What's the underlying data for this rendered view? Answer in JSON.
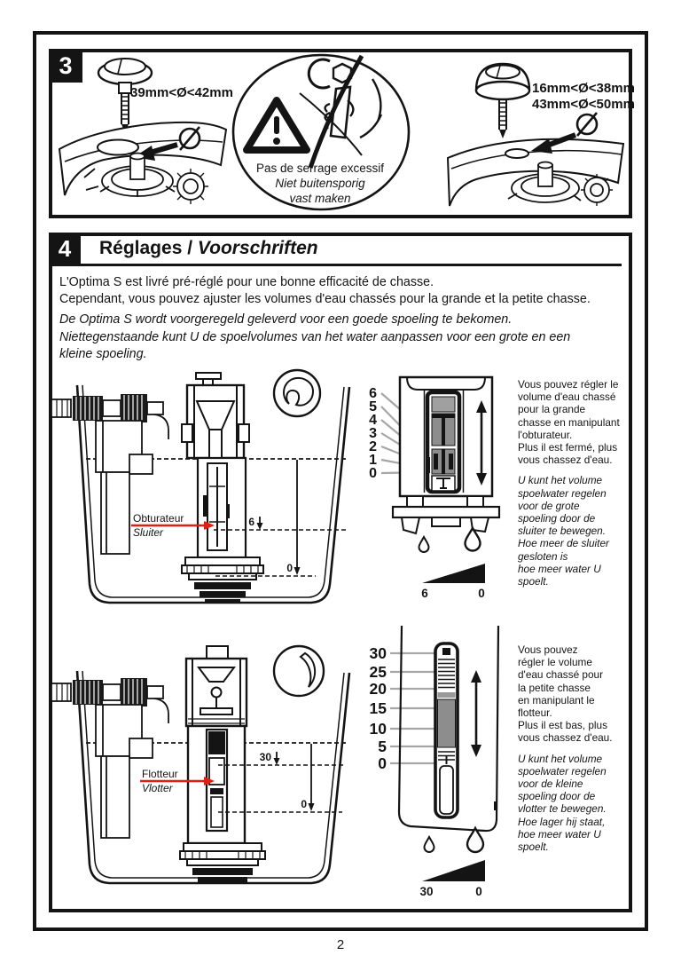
{
  "page": {
    "number": "2"
  },
  "colors": {
    "accent_red": "#dd1f14",
    "gray_fill": "#8d8d8d",
    "gray_light": "#a0a0a0",
    "leader_gray": "#a6a6a6",
    "ink": "#141414"
  },
  "section3": {
    "badge": "3",
    "left_button_dim": "39mm<Ø<42mm",
    "right_button_dim_1": "16mm<Ø<38mm",
    "right_button_dim_2": "43mm<Ø<50mm",
    "diameter_symbol": "Ø",
    "warning_fr": "Pas de serrage excessif",
    "warning_nl_line1": "Niet buitensporig",
    "warning_nl_line2": "vast maken"
  },
  "section4": {
    "badge": "4",
    "title_fr": "Réglages / ",
    "title_nl": "Voorschriften",
    "intro_fr_line1": "L'Optima S est livré pré-réglé pour une bonne efficacité de chasse.",
    "intro_fr_line2": "Cependant, vous pouvez ajuster les volumes d'eau chassés pour la grande et la petite chasse.",
    "intro_nl_line1": "De Optima S wordt voorgeregeld geleverd voor een goede spoeling te bekomen.",
    "intro_nl_line2": "Niettegenstaande kunt U de spoelvolumes van het water aanpassen voor een grote en een",
    "intro_nl_line3": "kleine spoeling.",
    "big_flush": {
      "part_label_fr": "Obturateur",
      "part_label_nl": "Sluiter",
      "scale": [
        "6",
        "5",
        "4",
        "3",
        "2",
        "1",
        "0"
      ],
      "level_top": "6",
      "level_bottom": "0",
      "ramp_left": "6",
      "ramp_right": "0",
      "caption_fr_lines": [
        "Vous pouvez régler le",
        "volume d'eau chassé",
        "pour la grande",
        "chasse en manipulant",
        "l'obturateur.",
        "Plus il est fermé, plus",
        "vous chassez d'eau."
      ],
      "caption_nl_lines": [
        "U kunt het volume",
        "spoelwater regelen",
        "voor de grote",
        "spoeling door de",
        "sluiter te bewegen.",
        "Hoe meer de sluiter",
        "gesloten is",
        "hoe meer water U",
        "spoelt."
      ]
    },
    "small_flush": {
      "part_label_fr": "Flotteur",
      "part_label_nl": "Vlotter",
      "scale": [
        "30",
        "25",
        "20",
        "15",
        "10",
        "5",
        "0"
      ],
      "level_top": "30",
      "level_bottom": "0",
      "ramp_left": "30",
      "ramp_right": "0",
      "caption_fr_lines": [
        "Vous pouvez",
        "régler le volume",
        "d'eau chassé pour",
        "la petite chasse",
        "en manipulant le",
        "flotteur.",
        "Plus il est bas, plus",
        "vous chassez d'eau."
      ],
      "caption_nl_lines": [
        "U kunt het volume",
        "spoelwater regelen",
        "voor de kleine",
        "spoeling door de",
        "vlotter te bewegen.",
        "Hoe lager hij staat,",
        "hoe meer water U",
        "spoelt."
      ]
    }
  }
}
